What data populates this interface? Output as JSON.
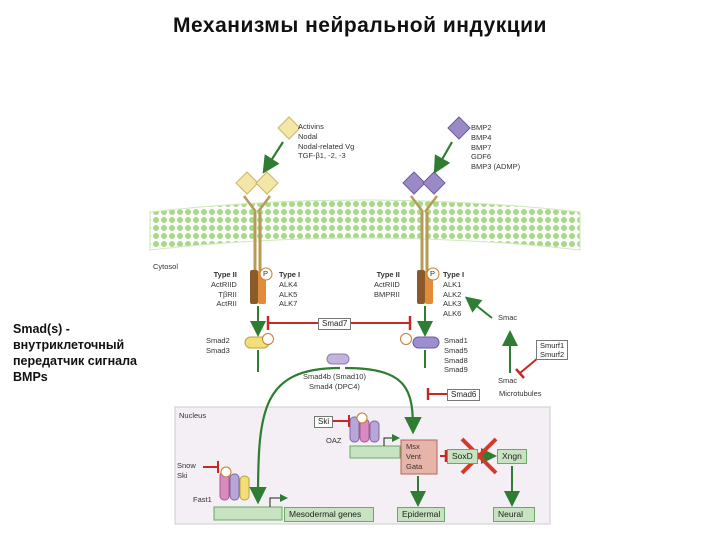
{
  "title": "Механизмы нейральной индукции",
  "caption": "Smad(s) - внутриклеточный передатчик сигнала BMPs",
  "diagram": {
    "ligands_left": [
      "Activins",
      "Nodal",
      "Nodal-related Vg",
      "TGF-β1, -2, -3"
    ],
    "ligands_right": [
      "BMP2",
      "BMP4",
      "BMP7",
      "GDF6",
      "BMP3 (ADMP)"
    ],
    "cytosol_label": "Cytosol",
    "nucleus_label": "Nucleus",
    "receptor_left": {
      "type2_title": "Type II",
      "type2_items": [
        "ActRIID",
        "TβRII",
        "ActRII"
      ],
      "type1_title": "Type I",
      "type1_items": [
        "ALK4",
        "ALK5",
        "ALK7"
      ]
    },
    "receptor_right": {
      "type2_title": "Type II",
      "type2_items": [
        "ActRIID",
        "BMPRII"
      ],
      "type1_title": "Type I",
      "type1_items": [
        "ALK1",
        "ALK2",
        "ALK3",
        "ALK6"
      ]
    },
    "phospho": "P",
    "smad7": "Smad7",
    "smad2_3": [
      "Smad2",
      "Smad3"
    ],
    "smad_right": [
      "Smad1",
      "Smad5",
      "Smad8",
      "Smad9"
    ],
    "smad4": [
      "Smad4b (Smad10)",
      "Smad4 (DPC4)"
    ],
    "smad6": "Smad6",
    "smac_top": "Smac",
    "smac_bottom": "Smac",
    "smurf": [
      "Smurf1",
      "Smurf2"
    ],
    "microtubules": "Microtubules",
    "ski": "Ski",
    "oaz": "OAZ",
    "show_ski": [
      "Snow",
      "Ski"
    ],
    "fast1": "Fast1",
    "targets_mid": [
      "Msx",
      "Vent",
      "Gata"
    ],
    "soxd": "SoxD",
    "xngn": "Xngn",
    "genes": {
      "mesoderm": "Mesodermal genes",
      "epidermal": "Epidermal",
      "neural": "Neural"
    },
    "colors": {
      "membrane": "#9fd27d",
      "arrow": "#2e7d32",
      "inhibit": "#c62828",
      "nucleus_bg": "#f3eef3"
    }
  }
}
